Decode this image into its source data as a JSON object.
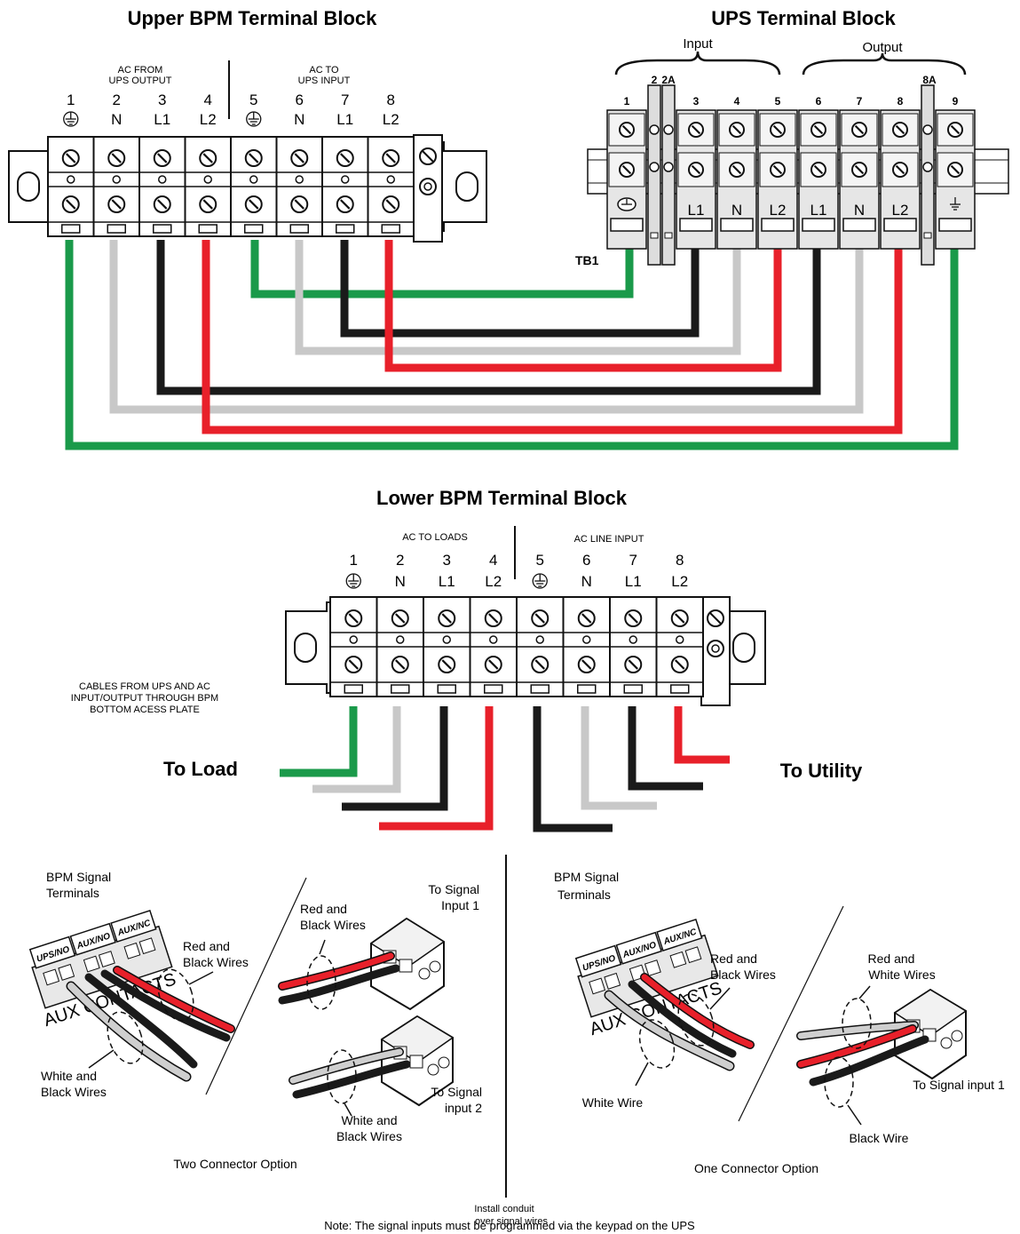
{
  "colors": {
    "green": "#1a9a4a",
    "black": "#1a1a1a",
    "gray": "#c8c8c8",
    "red": "#e8202a",
    "block": "#ffffff",
    "outline": "#1a1a1a"
  },
  "upper": {
    "title": "Upper BPM Terminal Block",
    "group_left": [
      "AC FROM",
      "UPS OUTPUT"
    ],
    "group_right": [
      "AC TO",
      "UPS INPUT"
    ],
    "terminals": [
      {
        "num": "1",
        "label": "⏚"
      },
      {
        "num": "2",
        "label": "N"
      },
      {
        "num": "3",
        "label": "L1"
      },
      {
        "num": "4",
        "label": "L2"
      },
      {
        "num": "5",
        "label": "⏚"
      },
      {
        "num": "6",
        "label": "N"
      },
      {
        "num": "7",
        "label": "L1"
      },
      {
        "num": "8",
        "label": "L2"
      }
    ]
  },
  "ups": {
    "title": "UPS Terminal Block",
    "input_label": "Input",
    "output_label": "Output",
    "tb_label": "TB1",
    "numbers": [
      "1",
      "2",
      "2A",
      "3",
      "4",
      "5",
      "6",
      "7",
      "8",
      "8A",
      "9"
    ],
    "labels": [
      "L1",
      "N",
      "L2",
      "L1",
      "N",
      "L2"
    ]
  },
  "lower": {
    "title": "Lower BPM Terminal Block",
    "group_left": "AC TO LOADS",
    "group_right": "AC LINE INPUT",
    "terminals": [
      {
        "num": "1",
        "label": "⏚"
      },
      {
        "num": "2",
        "label": "N"
      },
      {
        "num": "3",
        "label": "L1"
      },
      {
        "num": "4",
        "label": "L2"
      },
      {
        "num": "5",
        "label": "⏚"
      },
      {
        "num": "6",
        "label": "N"
      },
      {
        "num": "7",
        "label": "L1"
      },
      {
        "num": "8",
        "label": "L2"
      }
    ],
    "cables_note": [
      "CABLES FROM UPS AND AC",
      "INPUT/OUTPUT THROUGH BPM",
      "BOTTOM ACESS PLATE"
    ],
    "to_load": "To Load",
    "to_utility": "To Utility"
  },
  "signal": {
    "bpm_terminals": [
      "BPM Signal",
      "Terminals"
    ],
    "tags": [
      "UPS/NO",
      "AUX/NO",
      "AUX/NC"
    ],
    "aux_contacts": "AUX CONTACTS",
    "two_red_black_a": [
      "Red and",
      "Black Wires"
    ],
    "two_red_black_b": [
      "Red and",
      "Black Wires"
    ],
    "two_white_black_a": [
      "White and",
      "Black Wires"
    ],
    "two_white_black_b": [
      "White and",
      "Black Wires"
    ],
    "to_signal_1": [
      "To Signal",
      "Input 1"
    ],
    "to_signal_2": [
      "To Signal",
      "input 2"
    ],
    "two_option": "Two Connector Option",
    "one_red_black": [
      "Red and",
      "Black Wires"
    ],
    "one_red_white": [
      "Red and",
      "White Wires"
    ],
    "one_white": "White Wire",
    "one_black": "Black Wire",
    "one_to_signal": "To Signal input 1",
    "one_option": "One Connector Option",
    "conduit": [
      "Install conduit",
      "over signal wires"
    ],
    "note": "Note: The signal inputs must be programmed via the keypad on the UPS"
  }
}
